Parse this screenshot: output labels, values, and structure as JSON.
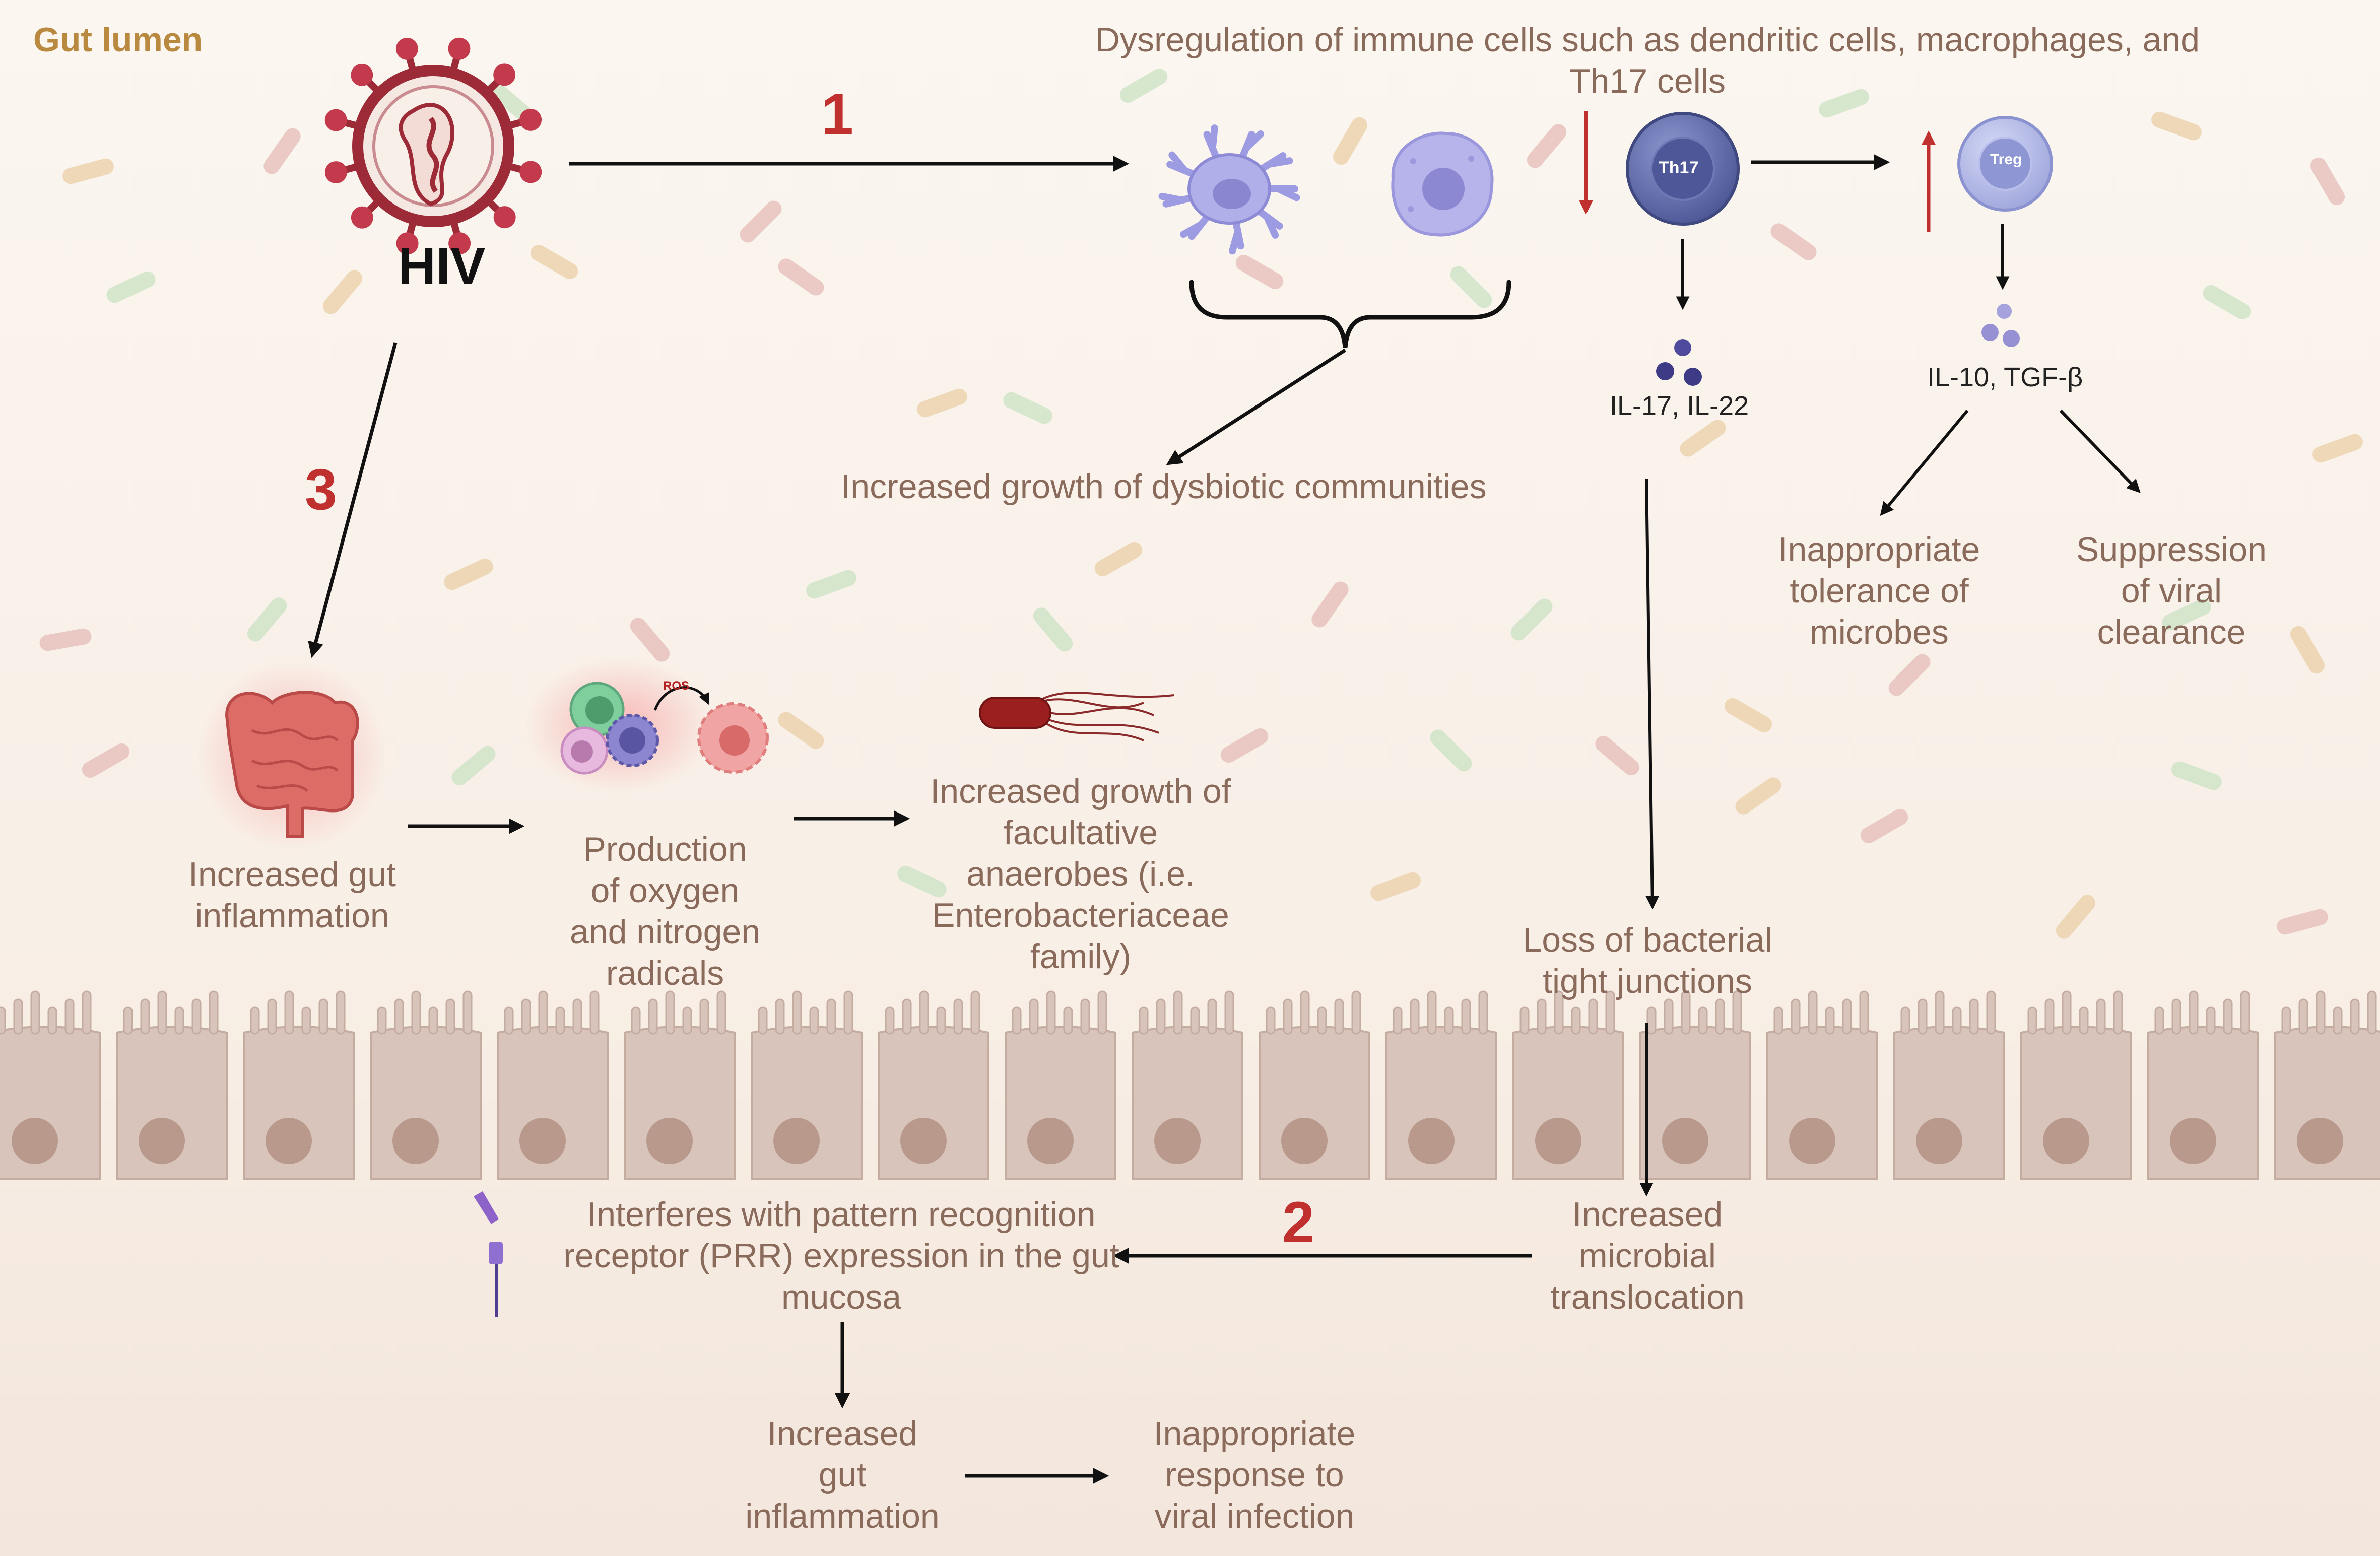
{
  "region_label": "Gut lumen",
  "virus_label": "HIV",
  "pathway_numbers": {
    "one": "1",
    "two": "2",
    "three": "3"
  },
  "header_text": {
    "line1": "Dysregulation of immune cells such as dendritic cells, macrophages, and",
    "line2": "Th17 cells"
  },
  "cell_names": {
    "th17": "Th17",
    "treg": "Treg",
    "ros": "ROS"
  },
  "cytokines": {
    "th17": "IL-17, IL-22",
    "treg": "IL-10, TGF-β"
  },
  "labels": {
    "dysbiotic": "Increased growth of dysbiotic communities",
    "tolerance": [
      "Inappropriate",
      "tolerance of",
      "microbes"
    ],
    "suppression": [
      "Suppression",
      "of viral",
      "clearance"
    ],
    "gut_inflammation": [
      "Increased gut",
      "inflammation"
    ],
    "radicals": [
      "Production",
      "of oxygen",
      "and nitrogen",
      "radicals"
    ],
    "anaerobes": [
      "Increased growth of",
      "facultative",
      "anaerobes (i.e.",
      "Enterobacteriaceae",
      "family)"
    ],
    "tight_junctions": [
      "Loss of bacterial",
      "tight junctions"
    ],
    "translocation": [
      "Increased",
      "microbial",
      "translocation"
    ],
    "prr": [
      "Interferes with pattern recognition",
      "receptor (PRR) expression in the gut",
      "mucosa"
    ],
    "gut_inflammation_2": [
      "Increased",
      "gut",
      "inflammation"
    ],
    "viral_response": [
      "Inappropriate",
      "response to",
      "viral infection"
    ]
  },
  "colors": {
    "number_red": "#c0302f",
    "label_brown": "#8a6a5b",
    "title_gold": "#b8893f",
    "epithelium": "#d8c4bb",
    "nucleus": "#b8998c",
    "th17_cell": "#5f6aa6",
    "treg_cell": "#a7aee0",
    "dendritic_cell": "#a9a7e6"
  }
}
